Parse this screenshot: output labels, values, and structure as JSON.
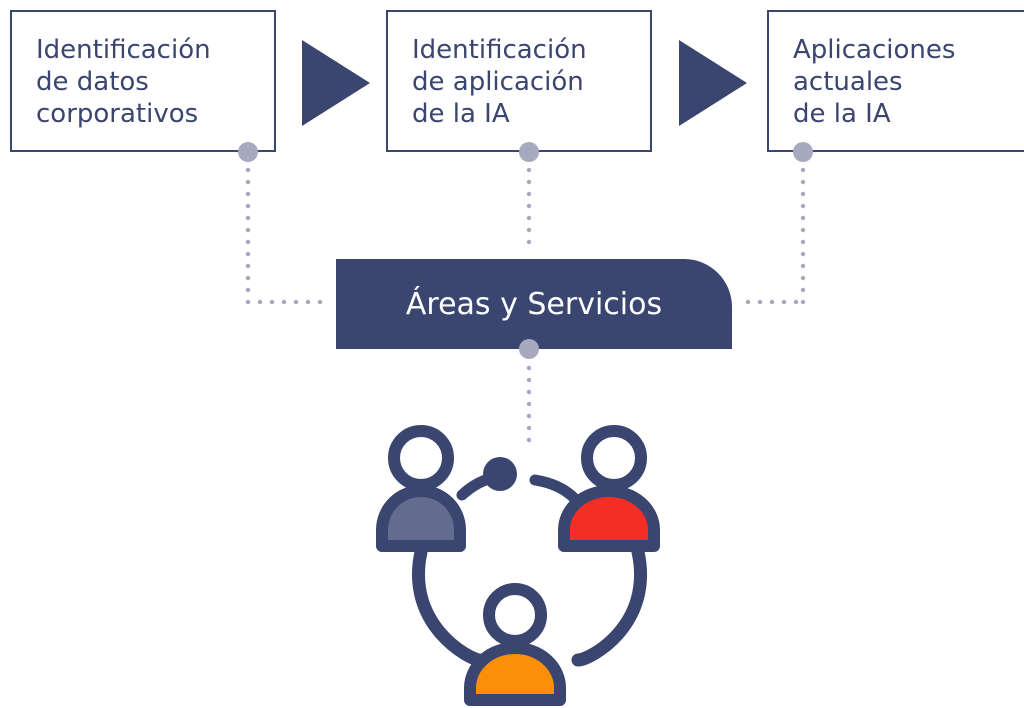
{
  "steps": [
    {
      "lines": [
        "Identificación",
        "de datos",
        "corporativos"
      ]
    },
    {
      "lines": [
        "Identificación",
        "de aplicación",
        "de la IA"
      ]
    },
    {
      "lines": [
        "Aplicaciones",
        "actuales",
        "de la IA"
      ]
    }
  ],
  "center": {
    "label": "Áreas y Servicios"
  },
  "colors": {
    "navy": "#3a4570",
    "connector": "#a7aabe",
    "person_left": "#636b8e",
    "person_right": "#f42d25",
    "person_bottom": "#fb8f08"
  },
  "icons": [
    "arrow-right-icon",
    "arrow-right-icon",
    "team-collaboration-icon"
  ]
}
